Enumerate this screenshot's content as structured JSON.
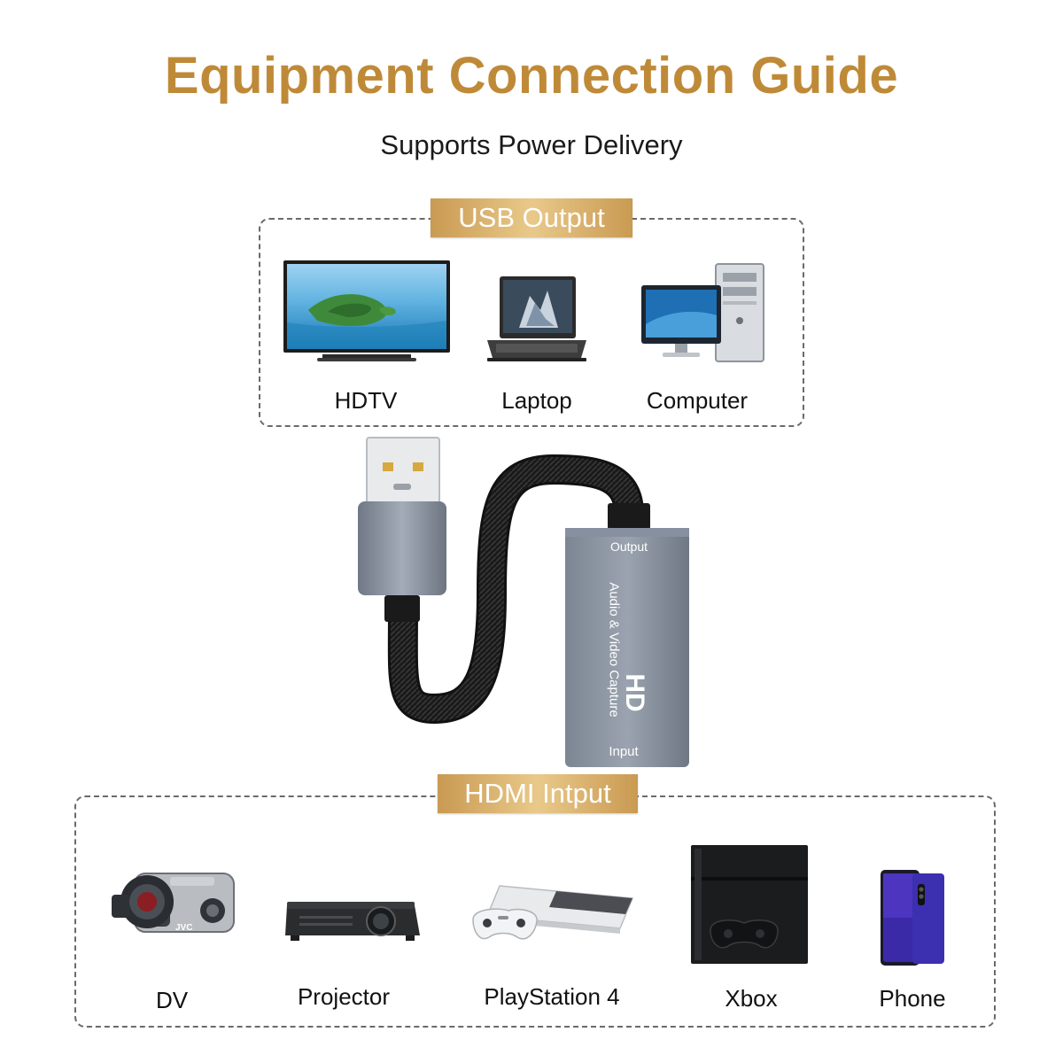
{
  "header": {
    "title": "Equipment Connection Guide",
    "subtitle": "Supports Power Delivery"
  },
  "usb_output": {
    "badge": "USB Output",
    "devices": [
      {
        "label": "HDTV",
        "icon": "hdtv-icon"
      },
      {
        "label": "Laptop",
        "icon": "laptop-icon"
      },
      {
        "label": "Computer",
        "icon": "computer-icon"
      }
    ]
  },
  "capture_card": {
    "output_label": "Output",
    "input_label": "Input",
    "product_text": "Audio & Video Capture",
    "hd_mark": "HD"
  },
  "hdmi_input": {
    "badge": "HDMI Intput",
    "devices": [
      {
        "label": "DV",
        "icon": "camcorder-icon"
      },
      {
        "label": "Projector",
        "icon": "projector-icon"
      },
      {
        "label": "PlayStation 4",
        "icon": "playstation-4-icon"
      },
      {
        "label": "Xbox",
        "icon": "console-icon"
      },
      {
        "label": "Phone",
        "icon": "phone-icon"
      }
    ]
  },
  "colors": {
    "title": "#bf8a38",
    "badge_gold": "#d4a865",
    "card_gray": "#8d96a3"
  }
}
